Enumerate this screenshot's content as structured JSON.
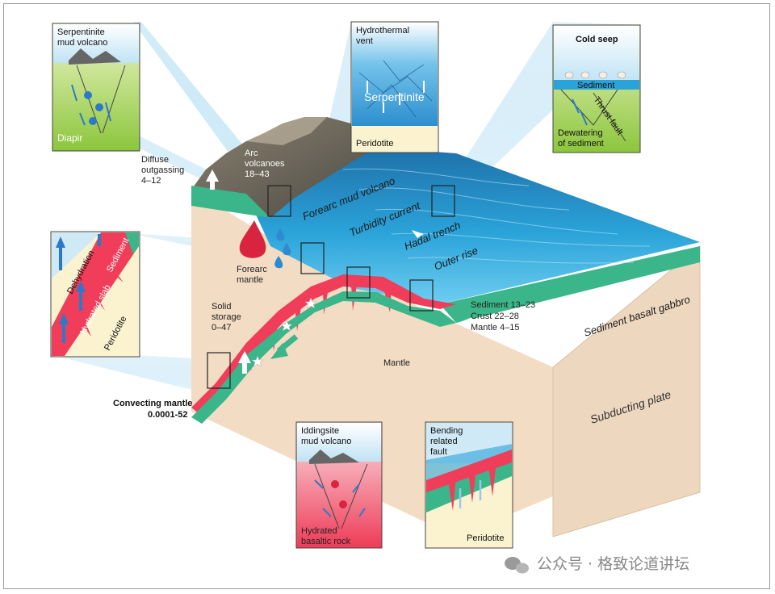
{
  "labels": {
    "diffuse": [
      "Diffuse",
      "outgassing",
      "4–12"
    ],
    "arc": [
      "Arc",
      "volcanoes",
      "18–43"
    ],
    "forearc_mantle": [
      "Forearc",
      "mantle"
    ],
    "solid_storage": [
      "Solid",
      "storage",
      "0–47"
    ],
    "convecting": [
      "Convecting mantle",
      "0.0001-52"
    ],
    "mantle": "Mantle",
    "forearc_mud_volcano": "Forearc mud volcano",
    "turbidity": "Turbidity current",
    "hadal": "Hadal trench",
    "outer_rise": "Outer rise",
    "inputs": [
      "Sediment 13–23",
      "Crust 22–28",
      "Mantle 4–15"
    ],
    "sediment_basalt": "Sediment basalt gabbro",
    "subducting_plate": "Subducting plate"
  },
  "insets": {
    "serpentinite": {
      "title": [
        "Serpentinite",
        "mud volcano"
      ],
      "bottom": "Diapir"
    },
    "hydrothermal": {
      "title": [
        "Hydrothermal",
        "vent"
      ],
      "middle": "Serpentinite",
      "bottom": "Peridotite"
    },
    "cold_seep": {
      "title": "Cold seep",
      "sediment": "Sediment",
      "thrust": "Thrust fault",
      "bottom": [
        "Dewatering",
        "of sediment"
      ]
    },
    "slab": {
      "dehydration": "Dehydration",
      "sediment": "Sediment",
      "hydrated": "Hydrated slab",
      "peridotite": "Peridotite"
    },
    "iddingsite": {
      "title": [
        "Iddingsite",
        "mud volcano"
      ],
      "bottom": [
        "Hydrated",
        "basaltic rock"
      ]
    },
    "bending": {
      "title": [
        "Bending",
        "related",
        "fault"
      ],
      "bottom": "Peridotite"
    }
  },
  "watermark": "公众号 · 格致论道讲坛",
  "colors": {
    "ocean": "#2a9fd6",
    "slab": "#ef3d5a",
    "crust_green": "#3bb58a",
    "mantle_beige": "#f2dcc4",
    "inset_green": "#9ccb3b",
    "peridotite": "#fbf3cf"
  }
}
